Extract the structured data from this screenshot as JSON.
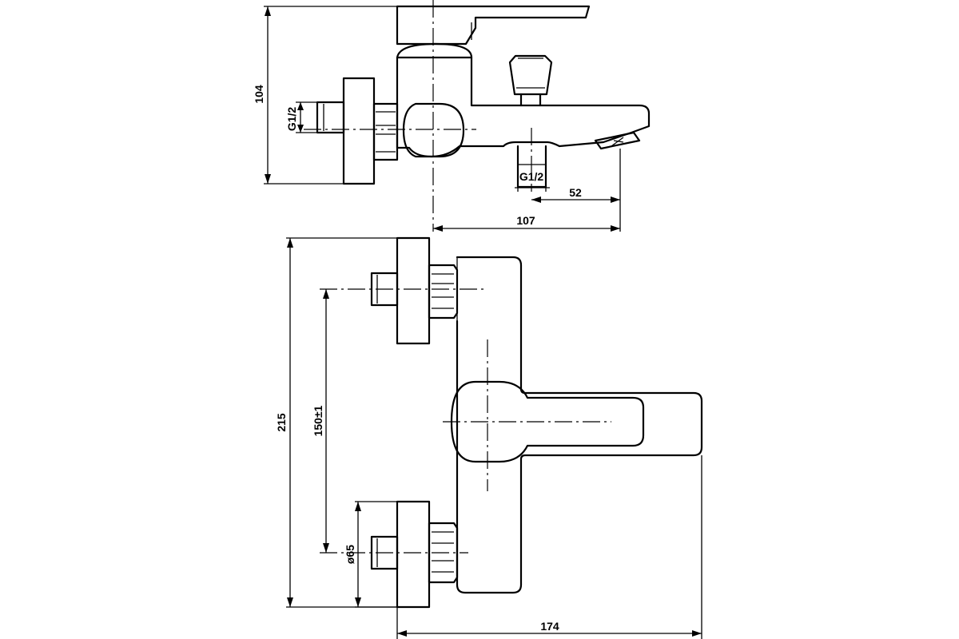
{
  "side_view": {
    "height_label": "104",
    "inlet_thread_label": "G1/2",
    "outlet_thread_label": "G1/2",
    "spout_offset_label": "52",
    "spout_reach_label": "107"
  },
  "front_view": {
    "height_label": "215",
    "inlet_spacing_label": "150±1",
    "flange_diameter_label": "ø65",
    "width_label": "174"
  }
}
